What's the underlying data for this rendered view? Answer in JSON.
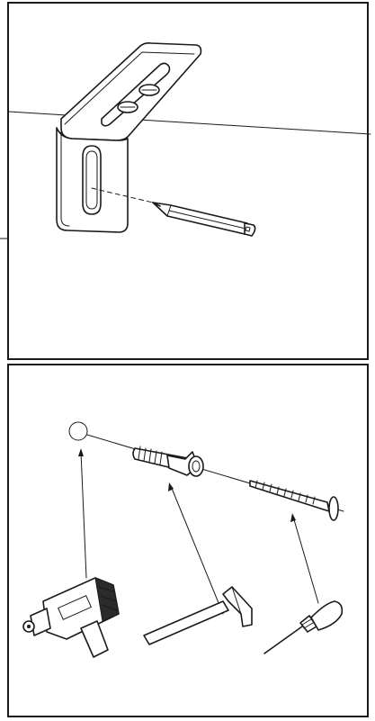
{
  "figure": {
    "panels": [
      {
        "id": "step-mark-drill-point",
        "items": [
          "angle-bracket",
          "pencil",
          "wall-corner-line",
          "guide-dashed-line"
        ]
      },
      {
        "id": "step-fixing-tools",
        "items": [
          "drill-hole-marker",
          "wall-plug",
          "screw",
          "power-drill",
          "hammer",
          "screwdriver"
        ]
      }
    ],
    "colors": {
      "ink": "#1a1a1a",
      "paper": "#ffffff",
      "drill_body": "#2b2b2b"
    }
  }
}
